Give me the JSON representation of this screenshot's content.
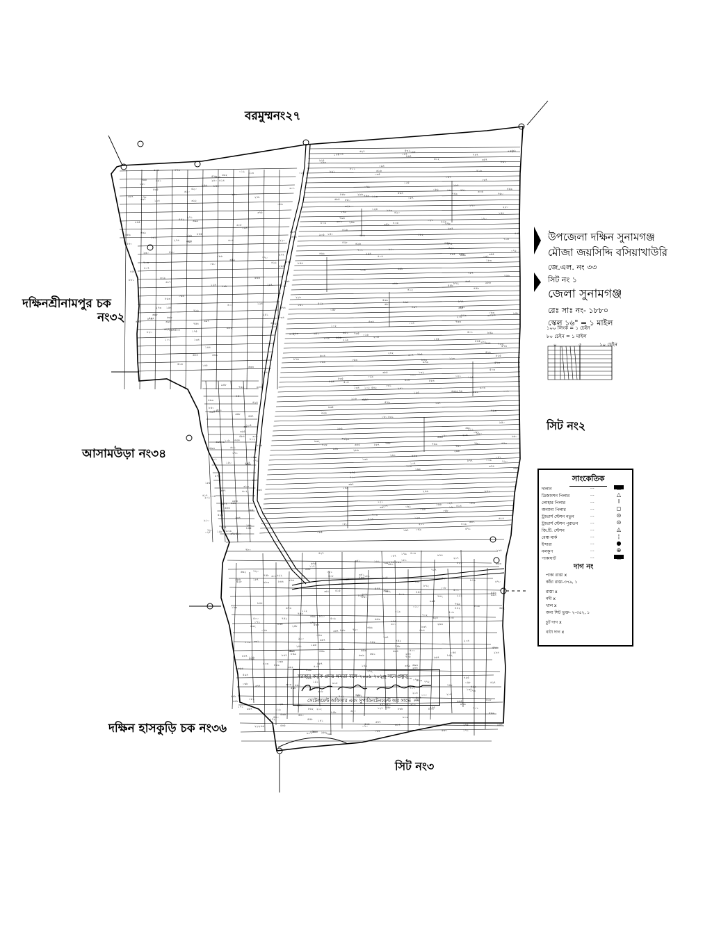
{
  "boundary_labels": {
    "north": "বরমুম্মনং২৭",
    "west_upper": "দক্ষিনশ্রীনামপুর চক",
    "west_upper_no": "নং৩২",
    "west_middle": "আসামউড়া নং৩৪",
    "south": "দক্ষিন হাসকুড়ি চক নং৩৬",
    "east_sheet": "সিট নং২",
    "south_sheet": "সিট নং৩"
  },
  "title_block": {
    "upazila": "উপজেলা দক্ষিন সুনামগঞ্জ",
    "mouza": "মৌজা জয়সিদ্দি বসিয়াখাউরি",
    "jl_no": "জে.এল. নং ৩৩",
    "sheet_no": "সিট নং ১",
    "district": "জেলা সুনামগঞ্জ",
    "reg_no": "রেঃ সাঃ নং- ১৮৮০",
    "scale": "স্কেল ১৬\" = ১ মাইল"
  },
  "chain_scale": {
    "line1": "১০০ লিংক = ১ চেইন",
    "line2": "৮০ চেইন = ১ মাইল",
    "tick_0": "০",
    "tick_5": "৫",
    "tick_10": "১০ চেইন"
  },
  "legend": {
    "title": "সাংকেতিক",
    "items": [
      {
        "label": "দালান",
        "symbol": "building-icon"
      },
      {
        "label": "ত্রিজাংশন পিলার",
        "symbol": "triangle-icon"
      },
      {
        "label": "লোহার পিলার",
        "symbol": "iron-pillar-icon"
      },
      {
        "label": "অন্যান্য পিলার",
        "symbol": "square-icon"
      },
      {
        "label": "ট্রাভার্স স্টেশন নতুন",
        "symbol": "circle-dot-icon"
      },
      {
        "label": "ট্রাভার্স স্টেশন পুরাতন",
        "symbol": "circle-dot-icon"
      },
      {
        "label": "জি.টি. স্টেশন",
        "symbol": "triangle-dot-icon"
      },
      {
        "label": "বেঞ্চ মার্ক",
        "symbol": "bench-mark-icon"
      },
      {
        "label": "ইন্দারা",
        "symbol": "well-icon"
      },
      {
        "label": "নলকূপ",
        "symbol": "tubewell-icon"
      },
      {
        "label": "পাকাঘাট",
        "symbol": "ghat-icon"
      }
    ],
    "dag_title": "দাগ নং",
    "dag_items": [
      "পাকা রাস্তা x",
      "কাঁচা রাস্তা-৩৭৯, ১",
      "রাস্তা x",
      "নদী x",
      "খাল x",
      "অন্য সিট ভুক্ত- ২-৩৫২, ১",
      "চুট দাগ x",
      "বাটা দাগ x"
    ],
    "dots": "..."
  },
  "signature_block": {
    "top_text": "সরকার কর্তৃক প্রদত্ত ক্ষমতা বলে-২০০৯-২০১৩ সনে প্রস্তুত",
    "bottom_text": "সেটেলমেন্ট অফিসার এবং সুপারিনটেনডেন্ট অব সার্ভে"
  }
}
